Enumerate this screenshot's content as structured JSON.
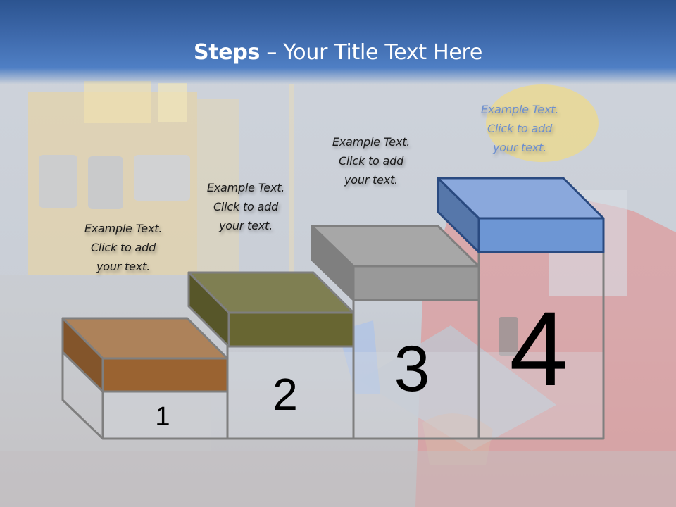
{
  "slide": {
    "title": {
      "bold": "Steps",
      "rest": " – Your Title Text Here"
    },
    "steps": [
      {
        "number": "1",
        "caption": [
          "Example Text.",
          "Click  to add",
          "your text."
        ],
        "colors": {
          "top": "#ad825a",
          "front": "#9a6331",
          "side": "#83552b"
        }
      },
      {
        "number": "2",
        "caption": [
          "Example Text.",
          "Click  to add",
          "your text."
        ],
        "colors": {
          "top": "#7f7f52",
          "front": "#686632",
          "side": "#575629"
        }
      },
      {
        "number": "3",
        "caption": [
          "Example Text.",
          "Click  to add",
          "your text."
        ],
        "colors": {
          "top": "#a7a7a7",
          "front": "#999999",
          "side": "#7f7f7f"
        }
      },
      {
        "number": "4",
        "caption": [
          "Example Text.",
          "Click  to add",
          "your text."
        ],
        "colors": {
          "top": "#8aa8dc",
          "front": "#6d96d4",
          "side": "#5677aa"
        }
      }
    ],
    "outline_color": "#7f7f7f",
    "header_color": "#3d68aa"
  }
}
